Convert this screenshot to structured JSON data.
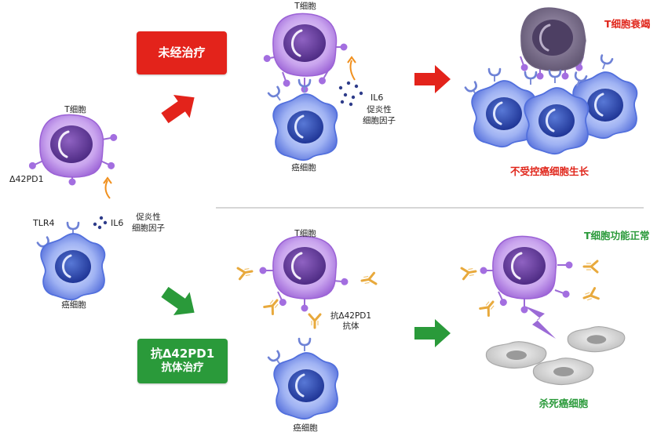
{
  "colors": {
    "treatment_red": "#e3231b",
    "treatment_green": "#2a9a3a",
    "t_cell": "#9b62d6",
    "cancer_cell": "#4c67d8",
    "antibody": "#e8a93c",
    "dead_cell": "#c9c9c9"
  },
  "left": {
    "t_cell_label": "T细胞",
    "receptor_label": "Δ42PD1",
    "tlr4_label": "TLR4",
    "il6_label": "IL6",
    "cytokine_line1": "促炎性",
    "cytokine_line2": "细胞因子",
    "cancer_cell_label": "癌细胞"
  },
  "top": {
    "button_label": "未经治疗",
    "t_cell_label": "T细胞",
    "il6_label": "IL6",
    "cytokine_line1": "促炎性",
    "cytokine_line2": "细胞因子",
    "cancer_cell_label": "癌细胞",
    "result_title": "T细胞衰竭",
    "result_caption": "不受控癌细胞生长"
  },
  "bottom": {
    "button_line1": "抗Δ42PD1",
    "button_line2": "抗体治疗",
    "t_cell_label": "T细胞",
    "antibody_line1": "抗Δ42PD1",
    "antibody_line2": "抗体",
    "cancer_cell_label": "癌细胞",
    "result_title": "T细胞功能正常",
    "result_caption": "杀死癌细胞"
  }
}
